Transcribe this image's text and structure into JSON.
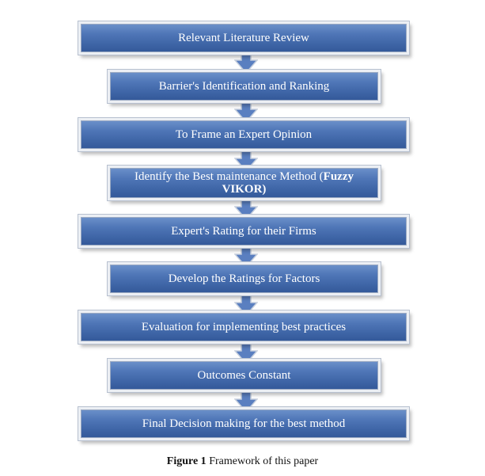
{
  "steps": [
    {
      "label": "Relevant Literature Review"
    },
    {
      "label": "Barrier's Identification and Ranking"
    },
    {
      "label": "To Frame an Expert Opinion"
    },
    {
      "label": "Identify the Best maintenance Method (",
      "label_bold": "Fuzzy VIKOR)"
    },
    {
      "label": "Expert's Rating for their Firms"
    },
    {
      "label": "Develop the Ratings for Factors"
    },
    {
      "label": "Evaluation for implementing best practices"
    },
    {
      "label": "Outcomes Constant"
    },
    {
      "label": "Final Decision making for the best method"
    }
  ],
  "caption": {
    "figure_label": "Figure 1",
    "text": " Framework of this paper"
  },
  "colors": {
    "box_fill": "#4a70b0",
    "arrow_fill": "#5a7fc0"
  }
}
